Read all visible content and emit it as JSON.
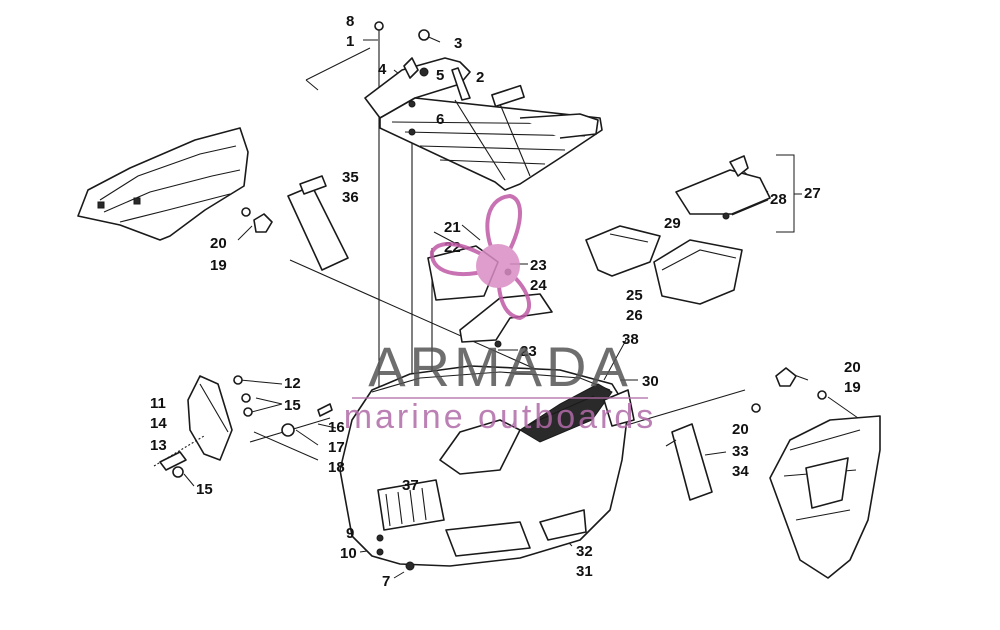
{
  "watermark": {
    "brand": "ARMADA",
    "tagline": "marine outboards",
    "colors": {
      "brand": "#555555",
      "tagline": "#b06aa8",
      "logo": "#d98cc4",
      "logo_dark": "#c05aa6"
    }
  },
  "callouts": [
    {
      "id": "c8",
      "text": "8"
    },
    {
      "id": "c1",
      "text": "1"
    },
    {
      "id": "c3",
      "text": "3"
    },
    {
      "id": "c4",
      "text": "4"
    },
    {
      "id": "c5",
      "text": "5"
    },
    {
      "id": "c2",
      "text": "2"
    },
    {
      "id": "c6",
      "text": "6"
    },
    {
      "id": "c35",
      "text": "35"
    },
    {
      "id": "c36",
      "text": "36"
    },
    {
      "id": "c20a",
      "text": "20"
    },
    {
      "id": "c19a",
      "text": "19"
    },
    {
      "id": "c21",
      "text": "21"
    },
    {
      "id": "c22",
      "text": "22"
    },
    {
      "id": "c23a",
      "text": "23"
    },
    {
      "id": "c24",
      "text": "24"
    },
    {
      "id": "c23b",
      "text": "23"
    },
    {
      "id": "c28",
      "text": "28"
    },
    {
      "id": "c27",
      "text": "27"
    },
    {
      "id": "c29",
      "text": "29"
    },
    {
      "id": "c25",
      "text": "25"
    },
    {
      "id": "c26",
      "text": "26"
    },
    {
      "id": "c38",
      "text": "38"
    },
    {
      "id": "c30",
      "text": "30"
    },
    {
      "id": "c20b",
      "text": "20"
    },
    {
      "id": "c19b",
      "text": "19"
    },
    {
      "id": "c20c",
      "text": "20"
    },
    {
      "id": "c33",
      "text": "33"
    },
    {
      "id": "c34",
      "text": "34"
    },
    {
      "id": "c11",
      "text": "11"
    },
    {
      "id": "c12",
      "text": "12"
    },
    {
      "id": "c15a",
      "text": "15"
    },
    {
      "id": "c14",
      "text": "14"
    },
    {
      "id": "c13",
      "text": "13"
    },
    {
      "id": "c16",
      "text": "16"
    },
    {
      "id": "c17",
      "text": "17"
    },
    {
      "id": "c18",
      "text": "18"
    },
    {
      "id": "c15b",
      "text": "15"
    },
    {
      "id": "c37",
      "text": "37"
    },
    {
      "id": "c9",
      "text": "9"
    },
    {
      "id": "c10",
      "text": "10"
    },
    {
      "id": "c7",
      "text": "7"
    },
    {
      "id": "c32",
      "text": "32"
    },
    {
      "id": "c31",
      "text": "31"
    }
  ]
}
